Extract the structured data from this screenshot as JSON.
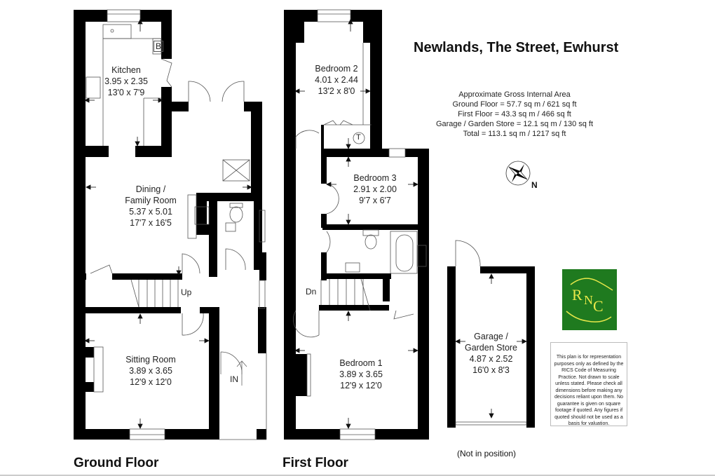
{
  "title": "Newlands, The Street, Ewhurst",
  "area_summary": {
    "heading": "Approximate Gross Internal Area",
    "ground_floor": "Ground Floor = 57.7 sq m / 621 sq ft",
    "first_floor": "First Floor = 43.3 sq m / 466 sq ft",
    "garage": "Garage / Garden Store = 12.1 sq m / 130 sq ft",
    "total": "Total = 113.1 sq m / 1217 sq ft"
  },
  "compass": {
    "label": "N"
  },
  "logo": {
    "letters": [
      "R",
      "N",
      "C"
    ],
    "bg_color": "#1f7a1f",
    "fg_color": "#e8e84a"
  },
  "disclaimer": "This plan is for representation purposes only as defined by the RICS Code of Measuring Practice. Not drawn to scale unless stated. Please check all dimensions before making any decisions reliant upon them. No guarantee is given on square footage if quoted. Any figures if quoted should not be used as a basis for valuation.",
  "ground_floor": {
    "label": "Ground Floor",
    "rooms": {
      "kitchen": {
        "name": "Kitchen",
        "metric": "3.95 x 2.35",
        "imperial": "13'0 x 7'9"
      },
      "dining": {
        "name": "Dining /",
        "name2": "Family Room",
        "metric": "5.37 x 5.01",
        "imperial": "17'7 x 16'5"
      },
      "sitting": {
        "name": "Sitting Room",
        "metric": "3.89 x 3.65",
        "imperial": "12'9 x 12'0"
      }
    },
    "marks": {
      "boiler": "B",
      "stairs": "Up",
      "entrance": "IN"
    }
  },
  "first_floor": {
    "label": "First Floor",
    "rooms": {
      "bedroom2": {
        "name": "Bedroom 2",
        "metric": "4.01 x 2.44",
        "imperial": "13'2 x 8'0"
      },
      "bedroom3": {
        "name": "Bedroom 3",
        "metric": "2.91 x 2.00",
        "imperial": "9'7 x 6'7"
      },
      "bedroom1": {
        "name": "Bedroom 1",
        "metric": "3.89 x 3.65",
        "imperial": "12'9 x 12'0"
      }
    },
    "marks": {
      "tank": "T",
      "stairs": "Dn"
    }
  },
  "garage": {
    "name": "Garage /",
    "name2": "Garden Store",
    "metric": "4.87 x 2.52",
    "imperial": "16'0 x 8'3",
    "note": "(Not in position)"
  }
}
